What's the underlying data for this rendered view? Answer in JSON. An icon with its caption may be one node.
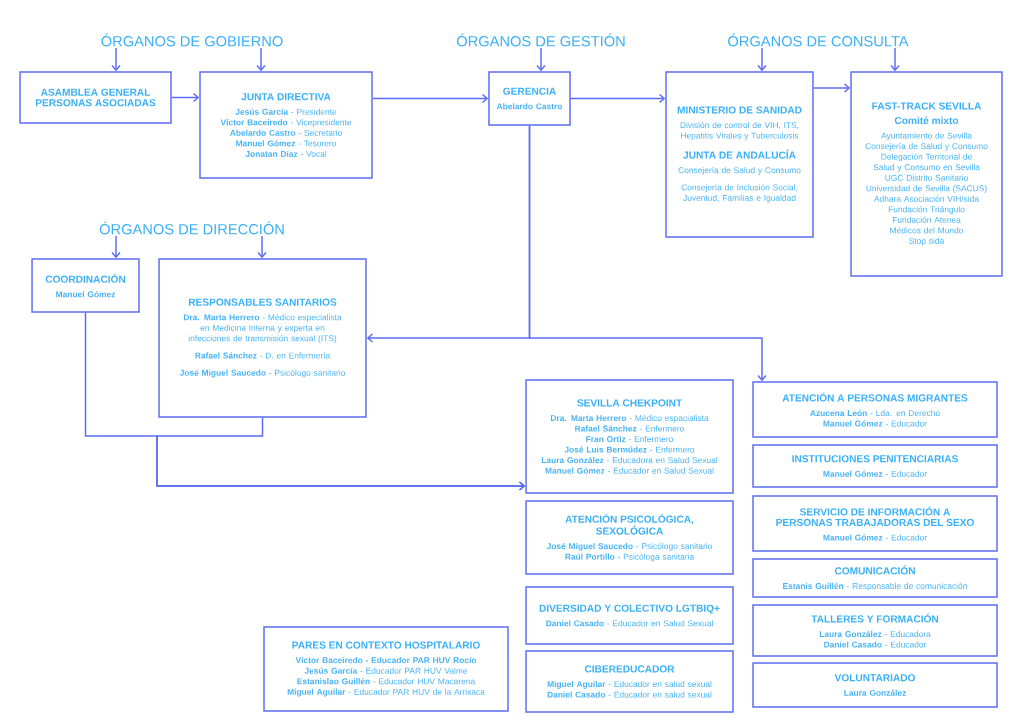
{
  "diagram": {
    "nodes": [
      {
        "text": [
          "ÓRGANOS DE GOBIERNO"
        ]
      },
      {
        "text": [
          "ASAMBLEA GENERAL PERSONAS ASOCIADAS"
        ]
      },
      {
        "text": [
          "JUNTA DIRECTIVA",
          "**Jesús García** - Presidente",
          "**Víctor Baceiredo** - Vicepresidente",
          "**Abelardo Castro** - Secretario",
          "**Manuel Gómez** - Tesorero",
          "**Jonatan Díaz** - Vocal"
        ]
      },
      {
        "text": [
          "ÓRGANOS DE GESTIÓN"
        ]
      },
      {
        "text": [
          "GERENCIA",
          "Abelardo Castro"
        ]
      },
      {
        "text": [
          "ÓRGANOS DE CONSULTA"
        ]
      },
      {
        "text": [
          "MINISTERIO DE SANIDAD",
          "División de control de VIH, ITS, Hepatitis Virales y Tuberculosis",
          "JUNTA DE ANDALUCÍA",
          "Consejería de Salud y Consumo",
          "Consejería de Inclusión Social, Juventud, Familias e Igualdad"
        ]
      },
      {
        "text": [
          "FAST-TRACK SEVILLA",
          "Comité mixto",
          "Ayuntamiento de Sevilla",
          "Consejería de Salud y Consumo",
          "Delegación Territorial de Salud y Consumo en Sevilla",
          "UGC Distrito Sanitario",
          "Universidad de Sevilla (SACUS)",
          "Adhara Asociación VIH/sida",
          "Fundación Triángulo",
          "Fundación Atenea",
          "Médicos del Mundo",
          "Stop sida"
        ]
      },
      {
        "text": [
          "ÓRGANOS DE DIRECCIÓN"
        ]
      },
      {
        "text": [
          "COORDINACIÓN",
          "Manuel Gómez"
        ]
      },
      {
        "text": [
          "RESPONSABLES SANITARIOS",
          "**Dra. Marta Herrero** - Médico especialista en Medicina Interna y experta en infecciones de transmisión sexual (ITS)",
          "**Rafael Sánchez** - D. en Enfermería",
          "**José Miguel Saucedo** - Psicólogo sanitario"
        ]
      },
      {
        "text": [
          "SEVILLA CHEKPOINT",
          "**Dra. Marta Herrero** - Médico espacialista",
          "**Rafael Sánchez** - Enfermero",
          "**Fran Ortiz** - Enfermero",
          "**José Luis Bermúdez** - Enfermero",
          "**Laura González** - Educadora en Salud Sexual",
          "**Manuel Gómez** - Educador en Salud Sexual"
        ]
      },
      {
        "text": [
          "ATENCIÓN PSICOLÓGICA, SEXOLÓGICA",
          "**José Miguel Saucedo** - Psicólogo sanitario",
          "**Raúl Portillo** - Psicóloga sanitaria"
        ]
      },
      {
        "text": [
          "DIVERSIDAD Y COLECTIVO LGTBIQ+",
          "**Daniel Casado** - Educador en Salud Sexual"
        ]
      },
      {
        "text": [
          "CIBEREDUCADOR",
          "**Miguel Aguilar** - Educador en salud sexual",
          "**Daniel Casado** - Educador en salud sexual"
        ]
      },
      {
        "text": [
          "PARES EN CONTEXTO HOSPITALARIO",
          "Víctor Baceiredo - Educador PAR HUV Rocío",
          "**Jesús García** - Educador PAR HUV Valme",
          "**Estanislao Guillén** - Educador HUV Macarena",
          "**Miguel Aguilar** - Educador PAR HUV de la Arrixaca"
        ]
      },
      {
        "text": [
          "ATENCIÓN A PERSONAS MIGRANTES",
          "**Azucena León** - Lda. en Derecho",
          "**Manuel Gómez** - Educador"
        ]
      },
      {
        "text": [
          "INSTITUCIONES PENITENCIARIAS",
          "**Manuel Gómez** - Educador"
        ]
      },
      {
        "text": [
          "SERVICIO DE INFORMACIÓN A PERSONAS TRABAJADORAS DEL SEXO",
          "**Manuel Gómez** - Educador"
        ]
      },
      {
        "text": [
          "COMUNICACIÓN",
          "**Estanis Guillén** - Responsable de comunicación"
        ]
      },
      {
        "text": [
          "TALLERES Y FORMACIÓN",
          "**Laura González** - Educadora",
          "**Daniel Casado** - Educador"
        ]
      },
      {
        "text": [
          "VOLUNTARIADO",
          "Laura González"
        ]
      }
    ],
    "edges": [
      {
        "from": 0,
        "to": 1,
        "arrow": "to"
      },
      {
        "from": 0,
        "to": 2,
        "arrow": "to"
      },
      {
        "from": 1,
        "to": 2,
        "arrow": "to"
      },
      {
        "from": 2,
        "to": 4,
        "arrow": "to"
      },
      {
        "from": 3,
        "to": 4,
        "arrow": "to"
      },
      {
        "from": 4,
        "to": 6,
        "arrow": "to"
      },
      {
        "from": 5,
        "to": 6,
        "arrow": "to"
      },
      {
        "from": 5,
        "to": 7,
        "arrow": "to"
      },
      {
        "from": 6,
        "to": 7,
        "arrow": "to"
      },
      {
        "from": 8,
        "to": 9,
        "arrow": "to"
      },
      {
        "from": 8,
        "to": 10,
        "arrow": "to"
      },
      {
        "from": 4,
        "to": 10,
        "arrow": "to"
      },
      {
        "from": 4,
        "to": 16,
        "arrow": "to"
      },
      {
        "from": 9,
        "to": 11,
        "arrow": "to"
      },
      {
        "from": 10,
        "to": 11,
        "arrow": "to"
      }
    ]
  }
}
